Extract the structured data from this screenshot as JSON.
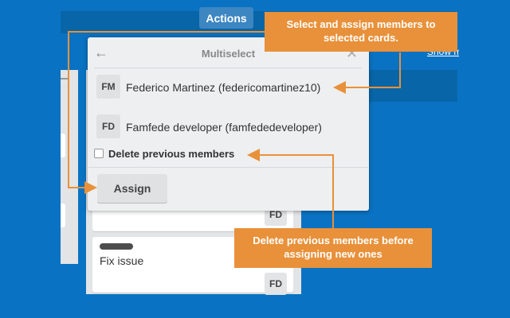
{
  "header": {
    "actions_label": "Actions",
    "show_link": "Show menu"
  },
  "popover": {
    "title": "Multiselect",
    "back_icon": "arrow-left-icon",
    "close_icon": "close-icon",
    "members": [
      {
        "initials": "FM",
        "name": "Federico Martinez (federicomartinez10)"
      },
      {
        "initials": "FD",
        "name": "Famfede developer (famfededeveloper)"
      }
    ],
    "delete_label": "Delete previous members",
    "assign_label": "Assign"
  },
  "cards": [
    {
      "avatar": "FD"
    },
    {
      "title": "Fix issue",
      "avatar": "FD"
    }
  ],
  "callouts": {
    "top": "Select and assign members to selected cards.",
    "bottom": "Delete previous members before assigning new ones"
  },
  "colors": {
    "background": "#0a72c2",
    "callout": "#e8913a",
    "popover": "#edeff0"
  }
}
